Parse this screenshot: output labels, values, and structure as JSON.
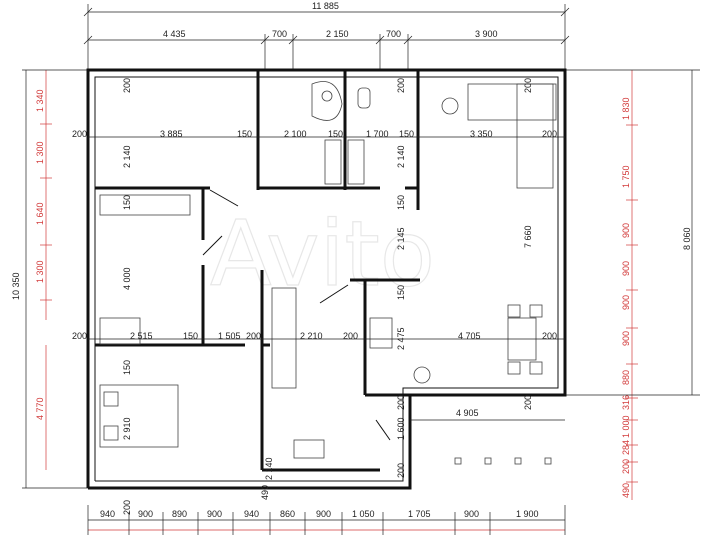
{
  "watermark": "Avito",
  "overall": {
    "total_width": "11 885",
    "total_height": "10 350",
    "right_height": "8 060",
    "right_overall_label": "4 770"
  },
  "top_dims": [
    "4 435",
    "700",
    "2 150",
    "700",
    "3 900"
  ],
  "bottom_dims": [
    "940",
    "900",
    "890",
    "900",
    "940",
    "860",
    "900",
    "1 050",
    "1 705",
    "900",
    "1 900"
  ],
  "left_dims": [
    "1 340",
    "1 300",
    "1 640",
    "1 300"
  ],
  "right_dims": [
    "1 830",
    "1 750",
    "900",
    "900",
    "900",
    "900",
    "880",
    "316",
    "1 000",
    "284",
    "200",
    "490"
  ],
  "inner_labels": {
    "w200_a": "200",
    "w3885": "3 885",
    "w150_a": "150",
    "w2100": "2 100",
    "w150_b": "150",
    "w1700": "1 700",
    "w150_c": "150",
    "w3350": "3 350",
    "w200_b": "200",
    "h2140_a": "2 140",
    "h2140_b": "2 140",
    "h2140_c": "2 140",
    "h200_a": "200",
    "h200_b": "200",
    "h200_c": "200",
    "h150_a": "150",
    "h4000": "4 000",
    "h2145": "2 145",
    "h150_b": "150",
    "h7660": "7 660",
    "h2475": "2 475",
    "w200_c": "200",
    "w2515": "2 515",
    "w150_d": "150",
    "w1505": "1 505",
    "w200_d": "200",
    "w2210": "2 210",
    "w200_e": "200",
    "w4705": "4 705",
    "w200_f": "200",
    "h150_c": "150",
    "h2910": "2 910",
    "w4905": "4 905",
    "h200_d": "200",
    "h200_e": "200",
    "h1600": "1 600",
    "h200_f": "200",
    "h200_g": "200",
    "w490": "490"
  }
}
